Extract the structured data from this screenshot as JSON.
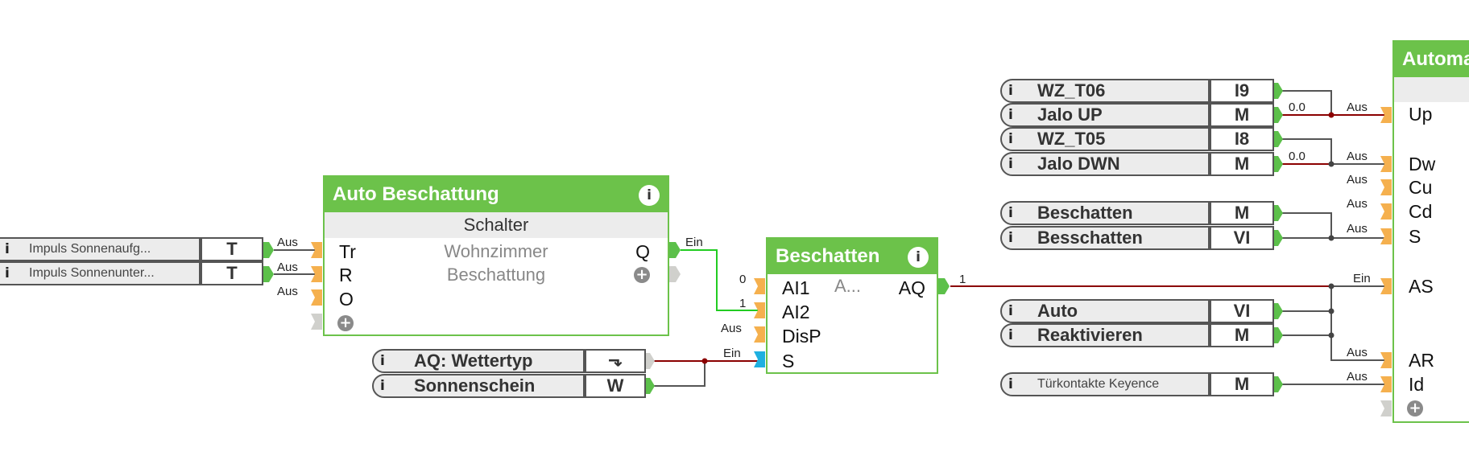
{
  "blocks": {
    "auto_beschattung": {
      "title": "Auto Beschattung",
      "subtitle": "Schalter",
      "description_lines": [
        "Wohnzimmer",
        "Beschattung"
      ],
      "inputs": [
        "Tr",
        "R",
        "O"
      ],
      "outputs": [
        "Q"
      ],
      "input_states": [
        "Aus",
        "Aus",
        "Aus"
      ],
      "output_state": "Ein"
    },
    "beschatten": {
      "title": "Beschatten",
      "description": "A...",
      "inputs": [
        "AI1",
        "AI2",
        "DisP",
        "S"
      ],
      "outputs": [
        "AQ"
      ],
      "input_values": [
        "0",
        "1",
        "Aus",
        "Ein"
      ],
      "output_value": "1"
    },
    "automatik": {
      "title": "Automa",
      "inputs": [
        "Up",
        "Dw",
        "Cu",
        "Cd",
        "S",
        "AS",
        "AR",
        "Id"
      ],
      "input_states": [
        "Aus",
        "Aus",
        "Aus",
        "Aus",
        "Aus",
        "Ein",
        "Aus",
        "Aus"
      ]
    }
  },
  "connectors": {
    "impulse": [
      {
        "label": "Impuls Sonnenaufg...",
        "type": "T"
      },
      {
        "label": "Impuls Sonnenunter...",
        "type": "T"
      }
    ],
    "weather": [
      {
        "label": "AQ: Wettertyp",
        "type": "⬎"
      },
      {
        "label": "Sonnenschein",
        "type": "W"
      }
    ],
    "jalousie": [
      {
        "label": "WZ_T06",
        "type": "I9"
      },
      {
        "label": "Jalo UP",
        "type": "M",
        "value": "0.0"
      },
      {
        "label": "WZ_T05",
        "type": "I8"
      },
      {
        "label": "Jalo DWN",
        "type": "M",
        "value": "0.0"
      }
    ],
    "shade": [
      {
        "label": "Beschatten",
        "type": "M"
      },
      {
        "label": "Besschatten",
        "type": "VI"
      }
    ],
    "auto": [
      {
        "label": "Auto",
        "type": "VI"
      },
      {
        "label": "Reaktivieren",
        "type": "M"
      }
    ],
    "door": [
      {
        "label": "Türkontakte Keyence",
        "type": "M"
      }
    ]
  },
  "icons": {
    "info": "i",
    "plus": "+",
    "input_info": "i"
  },
  "colors": {
    "block_green": "#6cc24a",
    "input_orange": "#f5b04e",
    "input_blue": "#1fb0e0",
    "wire_active": "#8b0000",
    "wire_inactive": "#555555",
    "wire_green": "#22cc22"
  }
}
